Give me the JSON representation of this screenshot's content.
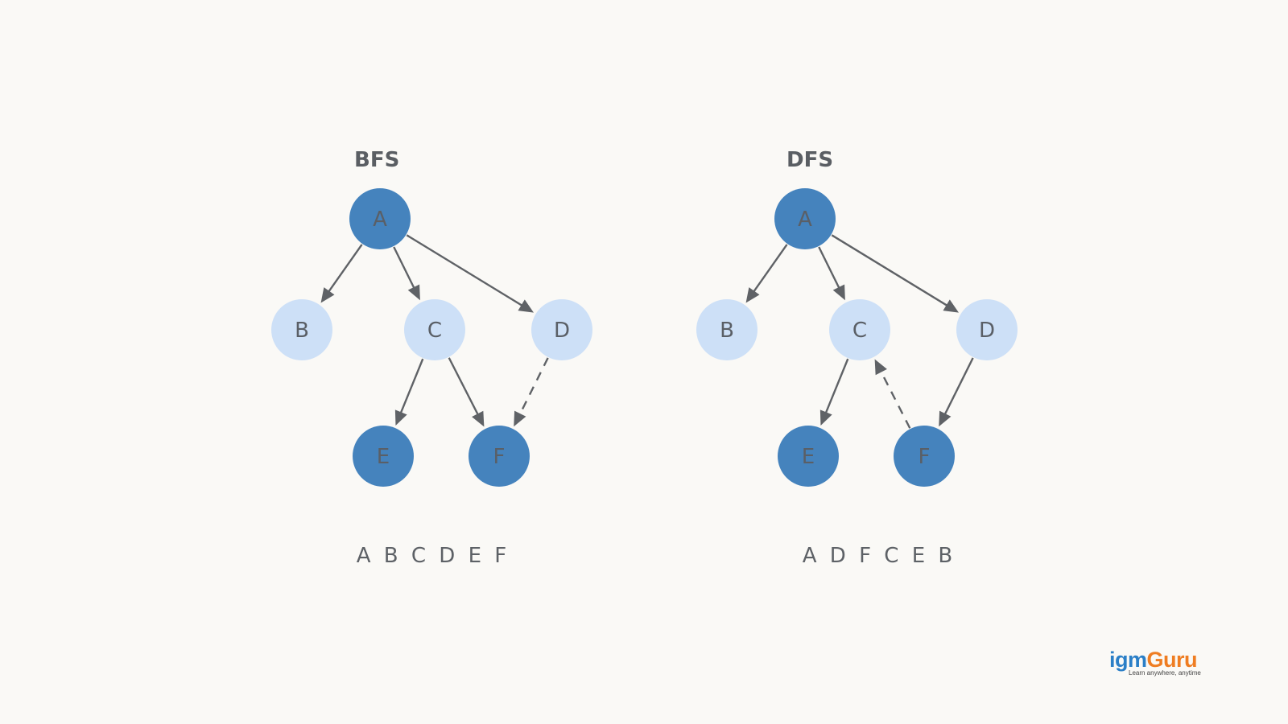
{
  "colors": {
    "visited_node": "#4583bd",
    "frontier_node": "#cde0f7",
    "edge": "#5f6266",
    "background": "#faf9f6",
    "logo_blue": "#2b7fc7",
    "logo_orange": "#ef7d22"
  },
  "panels": [
    {
      "title": "BFS",
      "order": "A B C D E F",
      "nodes": [
        {
          "id": "A",
          "label": "A",
          "state": "visited"
        },
        {
          "id": "B",
          "label": "B",
          "state": "frontier"
        },
        {
          "id": "C",
          "label": "C",
          "state": "frontier"
        },
        {
          "id": "D",
          "label": "D",
          "state": "frontier"
        },
        {
          "id": "E",
          "label": "E",
          "state": "visited"
        },
        {
          "id": "F",
          "label": "F",
          "state": "visited"
        }
      ],
      "edges": [
        {
          "from": "A",
          "to": "B",
          "style": "solid"
        },
        {
          "from": "A",
          "to": "C",
          "style": "solid"
        },
        {
          "from": "A",
          "to": "D",
          "style": "solid"
        },
        {
          "from": "C",
          "to": "E",
          "style": "solid"
        },
        {
          "from": "C",
          "to": "F",
          "style": "solid"
        },
        {
          "from": "D",
          "to": "F",
          "style": "dashed"
        }
      ]
    },
    {
      "title": "DFS",
      "order": "A D F C E B",
      "nodes": [
        {
          "id": "A",
          "label": "A",
          "state": "visited"
        },
        {
          "id": "B",
          "label": "B",
          "state": "frontier"
        },
        {
          "id": "C",
          "label": "C",
          "state": "frontier"
        },
        {
          "id": "D",
          "label": "D",
          "state": "frontier"
        },
        {
          "id": "E",
          "label": "E",
          "state": "visited"
        },
        {
          "id": "F",
          "label": "F",
          "state": "visited"
        }
      ],
      "edges": [
        {
          "from": "A",
          "to": "B",
          "style": "solid"
        },
        {
          "from": "A",
          "to": "C",
          "style": "solid"
        },
        {
          "from": "A",
          "to": "D",
          "style": "solid"
        },
        {
          "from": "C",
          "to": "E",
          "style": "solid"
        },
        {
          "from": "D",
          "to": "F",
          "style": "solid"
        },
        {
          "from": "F",
          "to": "C",
          "style": "dashed"
        }
      ]
    }
  ],
  "logo": {
    "part1": "igm",
    "part2": "Guru",
    "tagline": "Learn anywhere, anytime"
  }
}
